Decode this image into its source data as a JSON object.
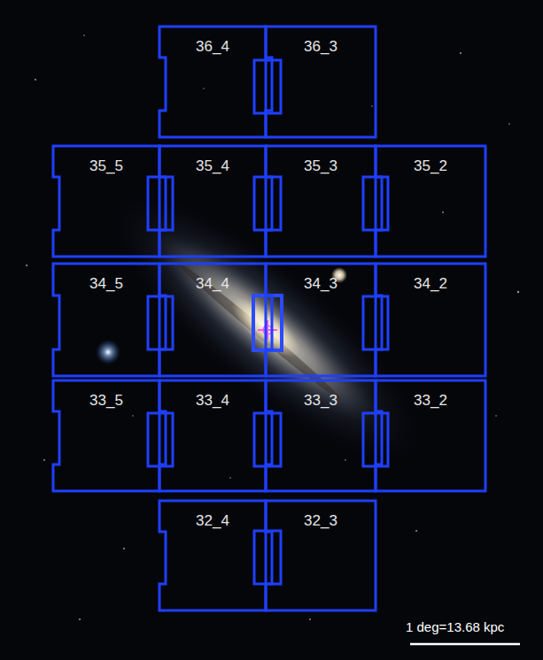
{
  "diagram": {
    "nodes": [
      {
        "text": [
          "36_4"
        ]
      },
      {
        "text": [
          "36_3"
        ]
      },
      {
        "text": [
          "35_5"
        ]
      },
      {
        "text": [
          "35_4"
        ]
      },
      {
        "text": [
          "35_3"
        ]
      },
      {
        "text": [
          "35_2"
        ]
      },
      {
        "text": [
          "34_5"
        ]
      },
      {
        "text": [
          "34_4"
        ]
      },
      {
        "text": [
          "34_3"
        ]
      },
      {
        "text": [
          "34_2"
        ]
      },
      {
        "text": [
          "33_5"
        ]
      },
      {
        "text": [
          "33_4"
        ]
      },
      {
        "text": [
          "33_3"
        ]
      },
      {
        "text": [
          "33_2"
        ]
      },
      {
        "text": [
          "32_4"
        ]
      },
      {
        "text": [
          "32_3"
        ]
      }
    ],
    "labels": [
      "1 deg=13.68 kpc"
    ]
  }
}
